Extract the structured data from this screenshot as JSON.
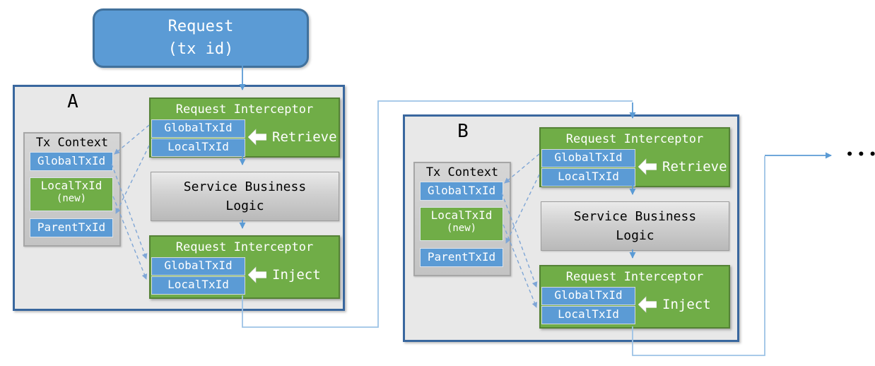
{
  "request_box": {
    "line1": "Request",
    "line2": "(tx id)"
  },
  "ellipsis": "•••",
  "services": [
    {
      "name": "A",
      "tx_context": {
        "title": "Tx Context",
        "fields": [
          {
            "label": "GlobalTxId"
          },
          {
            "label": "LocalTxId",
            "sub": "(new)"
          },
          {
            "label": "ParentTxId"
          }
        ]
      },
      "interceptor_in": {
        "title": "Request Interceptor",
        "fields": [
          "GlobalTxId",
          "LocalTxId"
        ],
        "action": "Retrieve"
      },
      "business": {
        "line1": "Service Business",
        "line2": "Logic"
      },
      "interceptor_out": {
        "title": "Request Interceptor",
        "fields": [
          "GlobalTxId",
          "LocalTxId"
        ],
        "action": "Inject"
      }
    },
    {
      "name": "B",
      "tx_context": {
        "title": "Tx Context",
        "fields": [
          {
            "label": "GlobalTxId"
          },
          {
            "label": "LocalTxId",
            "sub": "(new)"
          },
          {
            "label": "ParentTxId"
          }
        ]
      },
      "interceptor_in": {
        "title": "Request Interceptor",
        "fields": [
          "GlobalTxId",
          "LocalTxId"
        ],
        "action": "Retrieve"
      },
      "business": {
        "line1": "Service Business",
        "line2": "Logic"
      },
      "interceptor_out": {
        "title": "Request Interceptor",
        "fields": [
          "GlobalTxId",
          "LocalTxId"
        ],
        "action": "Inject"
      }
    }
  ],
  "colors": {
    "box_blue": "#5b9bd5",
    "box_blue_border": "#41719c",
    "box_green": "#70ad47",
    "box_green_border": "#548235",
    "service_fill": "#e8e8e8",
    "service_border": "#39679e",
    "panel_gray": "#c9c9c9",
    "flow_arrow": "#5b9bd5",
    "connector_light": "#9dc3e6",
    "dashed_arrow": "#7fa6d6"
  }
}
